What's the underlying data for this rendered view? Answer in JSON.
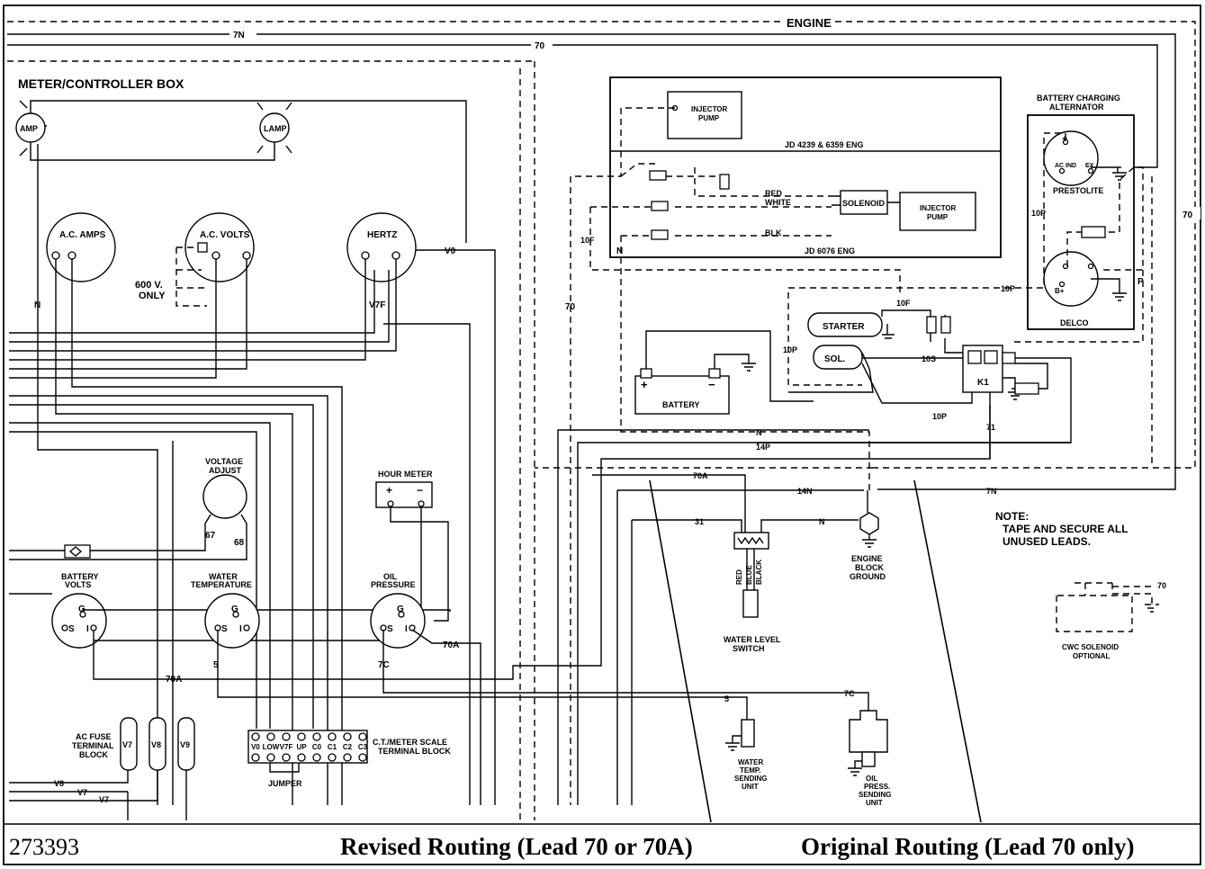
{
  "labels": {
    "engine": "ENGINE",
    "controller_box": "METER/CONTROLLER BOX",
    "lamp_left": "AMP",
    "lamp_right": "LAMP",
    "ac_amps": "A.C. AMPS",
    "ac_volts": "A.C. VOLTS",
    "hertz": "HERTZ",
    "v600_line1": "600 V.",
    "v600_line2": "ONLY",
    "voltage_adjust_1": "VOLTAGE",
    "voltage_adjust_2": "ADJUST",
    "hour_meter": "HOUR METER",
    "battery_volts_1": "BATTERY",
    "battery_volts_2": "VOLTS",
    "water_temp_1": "WATER",
    "water_temp_2": "TEMPERATURE",
    "oil_pressure_1": "OIL",
    "oil_pressure_2": "PRESSURE",
    "ac_fuse_1": "AC FUSE",
    "ac_fuse_2": "TERMINAL",
    "ac_fuse_3": "BLOCK",
    "ct_meter_1": "C.T./METER SCALE",
    "ct_meter_2": "TERMINAL BLOCK",
    "jumper": "JUMPER",
    "injector_pump_1": "INJECTOR",
    "injector_pump_2": "PUMP",
    "jd_4239": "JD 4239 & 6359 ENG",
    "jd_6076": "JD 6076 ENG",
    "solenoid": "SOLENOID",
    "red": "RED",
    "white": "WHITE",
    "blk": "BLK",
    "starter": "STARTER",
    "sol": "SOL.",
    "battery": "BATTERY",
    "k1": "K1",
    "battery_charging_1": "BATTERY CHARGING",
    "battery_charging_2": "ALTERNATOR",
    "prestolite": "PRESTOLITE",
    "delco": "DELCO",
    "ac_ind": "AC IND",
    "ex": "EX",
    "b_plus": "B+",
    "engine_block_1": "ENGINE",
    "engine_block_2": "BLOCK",
    "engine_block_3": "GROUND",
    "water_level_1": "WATER LEVEL",
    "water_level_2": "SWITCH",
    "water_temp_send_1": "WATER",
    "water_temp_send_2": "TEMP.",
    "water_temp_send_3": "SENDING",
    "water_temp_send_4": "UNIT",
    "oil_send_1": "OIL",
    "oil_send_2": "PRESS.",
    "oil_send_3": "SENDING",
    "oil_send_4": "UNIT",
    "note_1": "NOTE:",
    "note_2": "TAPE AND SECURE ALL",
    "note_3": "UNUSED LEADS.",
    "cwc_1": "CWC SOLENOID",
    "cwc_2": "OPTIONAL",
    "wl_red": "RED",
    "wl_blue": "BLUE",
    "wl_black": "BLACK"
  },
  "leads": {
    "n7": "7N",
    "l70": "70",
    "n": "N",
    "v0": "V0",
    "v7f": "V7F",
    "l10f": "10F",
    "l10p": "10P",
    "l10s": "10S",
    "l14p": "14P",
    "l14n": "14N",
    "l70a": "70A",
    "l31": "31",
    "l71": "71",
    "l67": "67",
    "l68": "68",
    "l5": "5",
    "l7c": "7C",
    "v7": "V7",
    "v8": "V8",
    "v9": "V9",
    "p": "P"
  },
  "terminals": {
    "s": "S",
    "i": "I",
    "g": "G",
    "plus": "+",
    "minus": "−"
  },
  "ct_terminals": [
    "V0",
    "LOW",
    "V7F",
    "UP",
    "C0",
    "C1",
    "C2",
    "C3"
  ],
  "footer": {
    "figure_id": "273393",
    "revised": "Revised Routing (Lead 70 or 70A)",
    "original": "Original Routing (Lead 70 only)"
  }
}
